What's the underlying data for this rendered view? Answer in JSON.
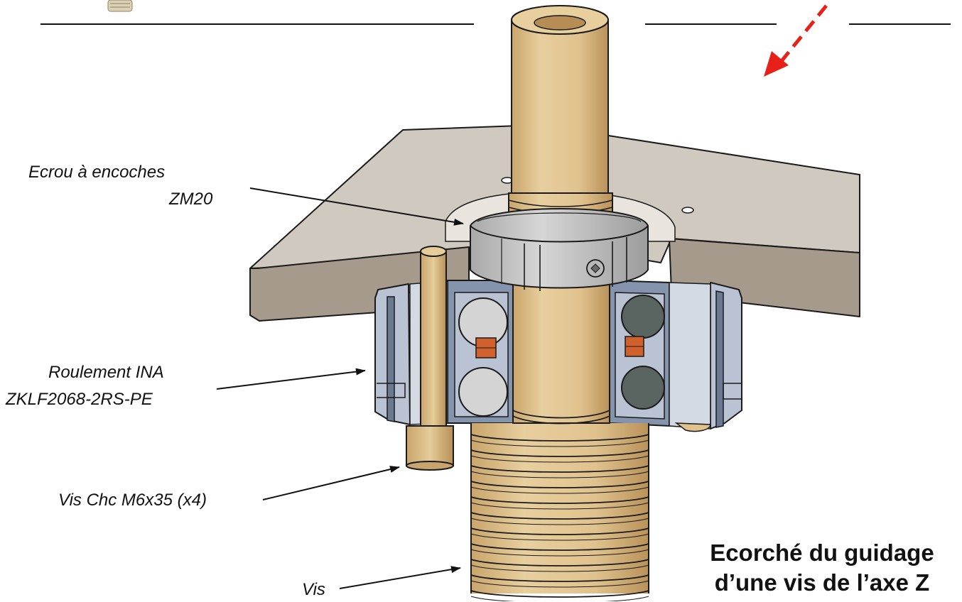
{
  "title": {
    "line1": "Ecorché du guidage",
    "line2": "d’une vis de l’axe Z"
  },
  "labels": {
    "nut": {
      "line1": "Ecrou à encoches",
      "line2": "ZM20"
    },
    "bearing": {
      "line1": "Roulement INA",
      "line2": "ZKLF2068-2RS-PE"
    },
    "screw_chc": {
      "line1": "Vis Chc M6x35 (x4)"
    },
    "screw": {
      "line1": "Vis"
    }
  },
  "colors": {
    "plate": "#cfc9bf",
    "plate_edge": "#a69a8c",
    "shaft": "#e1c493",
    "shaft_dark": "#c8a56c",
    "nut": "#c4c4c4",
    "bearing_body": "#b9c3d4",
    "bearing_dark": "#6b7a93",
    "ball_light": "#d4d4d4",
    "ball_dark": "#5a6460",
    "spacer": "#d0612d",
    "arrow_red": "#e8201a",
    "outline": "#1a1a1a"
  }
}
